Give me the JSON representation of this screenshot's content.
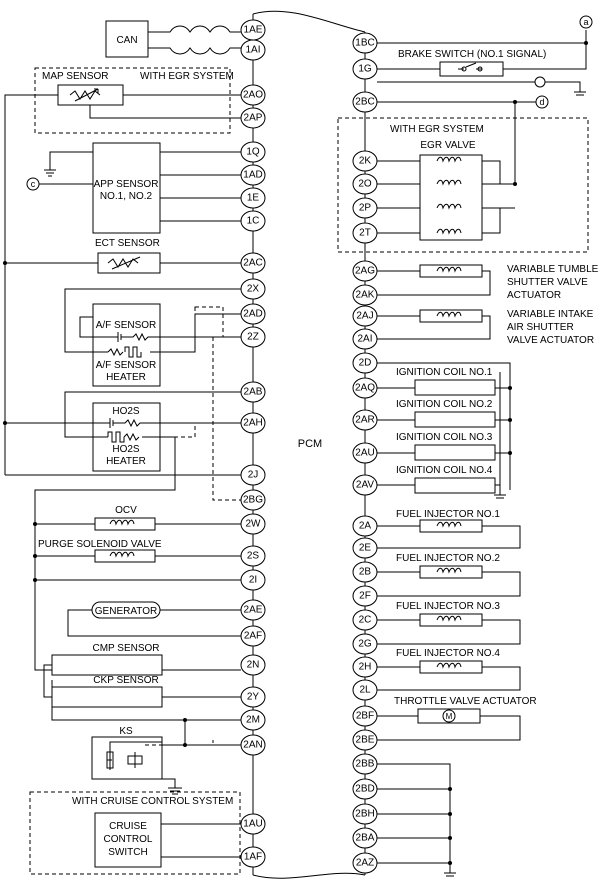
{
  "center_label": "PCM",
  "pins_left": [
    "1AE",
    "1AI",
    "2AO",
    "2AP",
    "1Q",
    "1AD",
    "1E",
    "1C",
    "2AC",
    "2X",
    "2AD",
    "2Z",
    "2AB",
    "2AH",
    "2J",
    "2BG",
    "2W",
    "2S",
    "2I",
    "2AE",
    "2AF",
    "2N",
    "2Y",
    "2M",
    "2AN",
    "1AU",
    "1AF"
  ],
  "pins_right": [
    "1BC",
    "1G",
    "2BC",
    "2K",
    "2O",
    "2P",
    "2T",
    "2AG",
    "2AK",
    "2AJ",
    "2AI",
    "2D",
    "2AQ",
    "2AR",
    "2AU",
    "2AV",
    "2A",
    "2E",
    "2B",
    "2F",
    "2C",
    "2G",
    "2H",
    "2L",
    "2BF",
    "2BE",
    "2BB",
    "2BD",
    "2BH",
    "2BA",
    "2AZ"
  ],
  "left": {
    "can": "CAN",
    "with_egr": "WITH EGR SYSTEM",
    "map_sensor": "MAP SENSOR",
    "app_sensor": [
      "APP SENSOR",
      "NO.1, NO.2"
    ],
    "ect_sensor": "ECT SENSOR",
    "af_sensor": "A/F SENSOR",
    "af_heater": [
      "A/F SENSOR",
      "HEATER"
    ],
    "ho2s": "HO2S",
    "ho2s_heater": [
      "HO2S",
      "HEATER"
    ],
    "ocv": "OCV",
    "purge": "PURGE SOLENOID VALVE",
    "generator": "GENERATOR",
    "cmp": "CMP SENSOR",
    "ckp": "CKP SENSOR",
    "ks": "KS",
    "cruise_group": "WITH CRUISE CONTROL SYSTEM",
    "cruise_switch": [
      "CRUISE",
      "CONTROL",
      "SWITCH"
    ]
  },
  "right": {
    "brake": "BRAKE SWITCH (NO.1 SIGNAL)",
    "with_egr": "WITH EGR SYSTEM",
    "egr_valve": "EGR VALVE",
    "vts": [
      "VARIABLE TUMBLE",
      "SHUTTER VALVE",
      "ACTUATOR"
    ],
    "vias": [
      "VARIABLE INTAKE",
      "AIR SHUTTER",
      "VALVE ACTUATOR"
    ],
    "ign": [
      "IGNITION COIL NO.1",
      "IGNITION COIL NO.2",
      "IGNITION COIL NO.3",
      "IGNITION COIL NO.4"
    ],
    "inj": [
      "FUEL INJECTOR NO.1",
      "FUEL INJECTOR NO.2",
      "FUEL INJECTOR NO.3",
      "FUEL INJECTOR NO.4"
    ],
    "throttle": "THROTTLE VALVE ACTUATOR"
  },
  "markers": {
    "a": "a",
    "c": "c",
    "d": "d",
    "motor": "M"
  }
}
